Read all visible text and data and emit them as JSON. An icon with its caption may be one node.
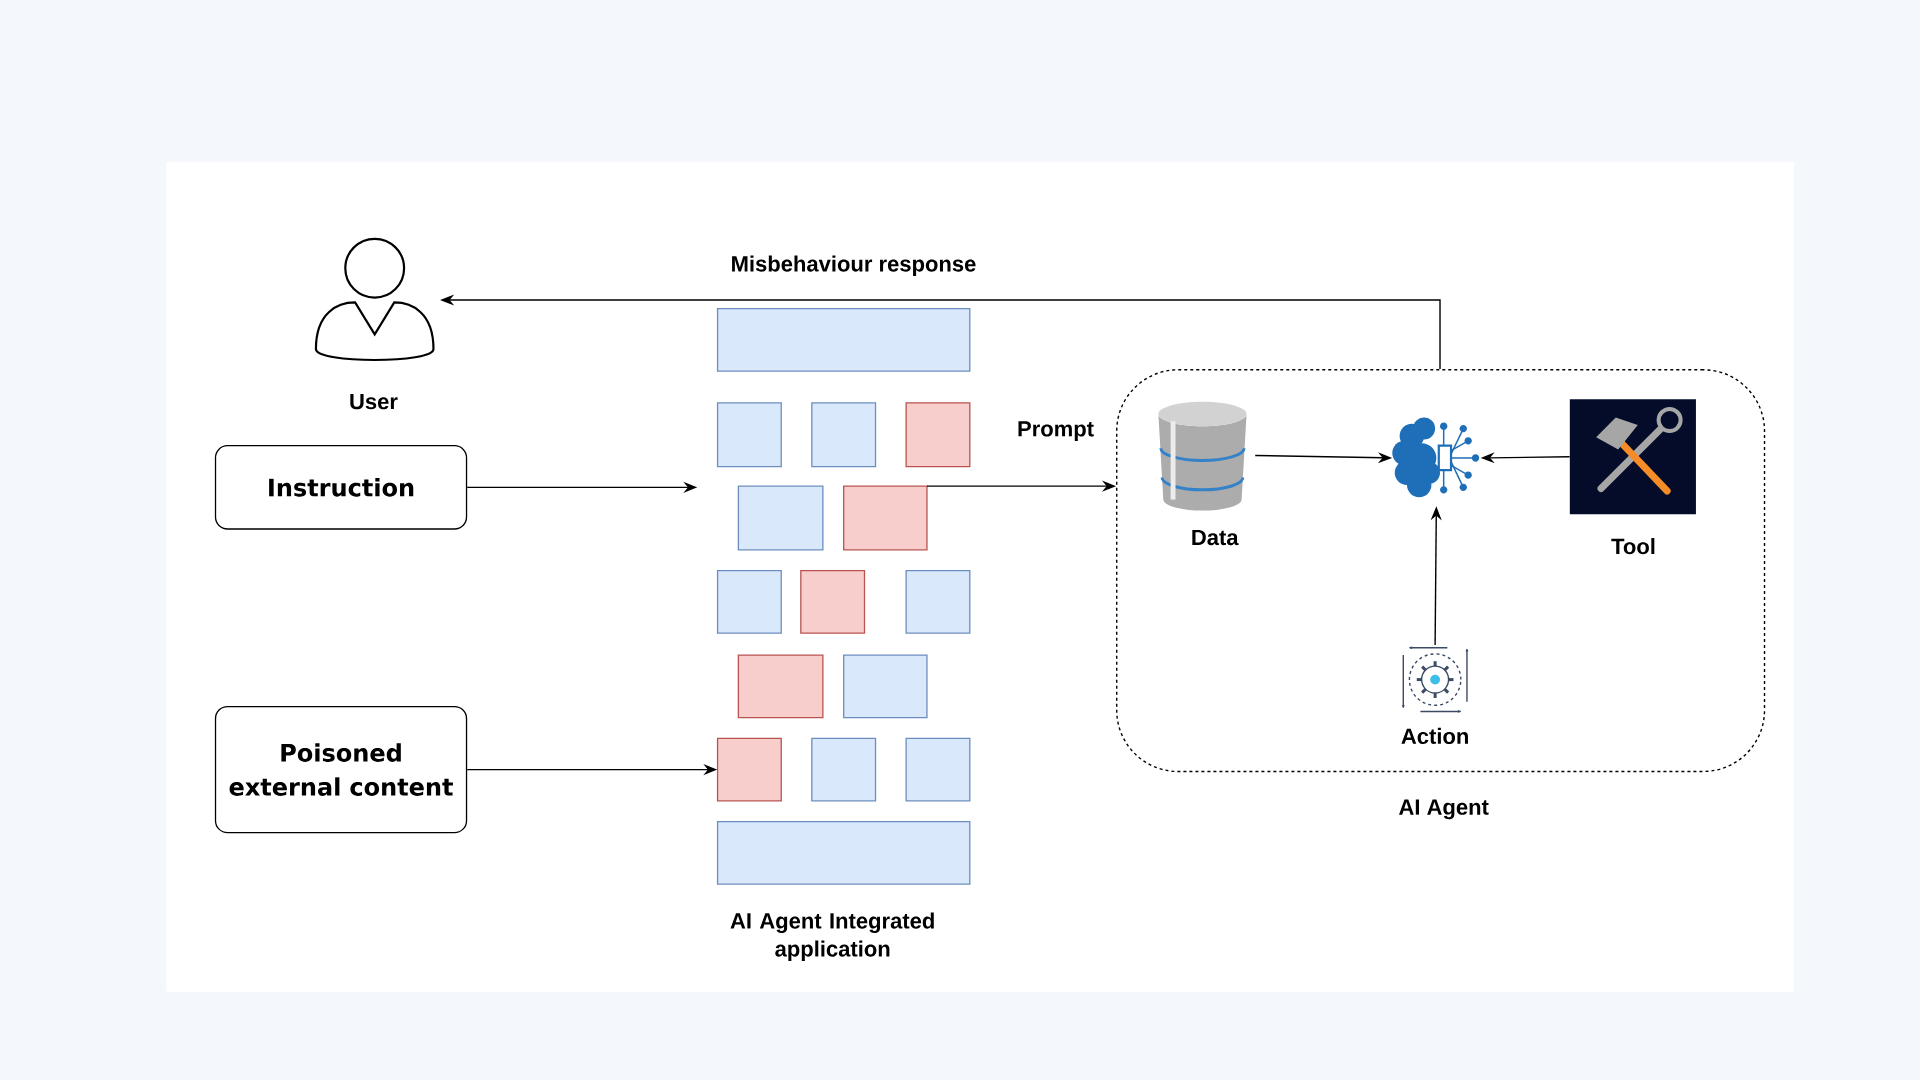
{
  "diagram": {
    "nodes": [
      {
        "text": [
          "User"
        ]
      },
      {
        "text": [
          "Instruction"
        ]
      },
      {
        "text": [
          "Poisoned external content"
        ]
      },
      {
        "text": [
          "AI Agent Integrated application"
        ]
      },
      {
        "text": [
          "AI Agent"
        ]
      },
      {
        "text": [
          "Data"
        ],
        "in": 4
      },
      {
        "text": [],
        "shape": "picture",
        "in": 4
      },
      {
        "text": [
          "Tool"
        ],
        "in": 4
      },
      {
        "text": [
          "Action"
        ],
        "in": 4
      }
    ],
    "edges": [
      {
        "from": 4,
        "to": 0,
        "arrow": "to",
        "label": "Misbehaviour response"
      },
      {
        "from": 1,
        "to": 3,
        "arrow": "to"
      },
      {
        "from": 2,
        "to": 3,
        "arrow": "to"
      },
      {
        "from": 3,
        "to": 4,
        "arrow": "to",
        "label": "Prompt"
      },
      {
        "from": 5,
        "to": 6,
        "arrow": "to"
      },
      {
        "from": 7,
        "to": 6,
        "arrow": "to"
      },
      {
        "from": 8,
        "to": 6,
        "arrow": "to"
      }
    ]
  }
}
